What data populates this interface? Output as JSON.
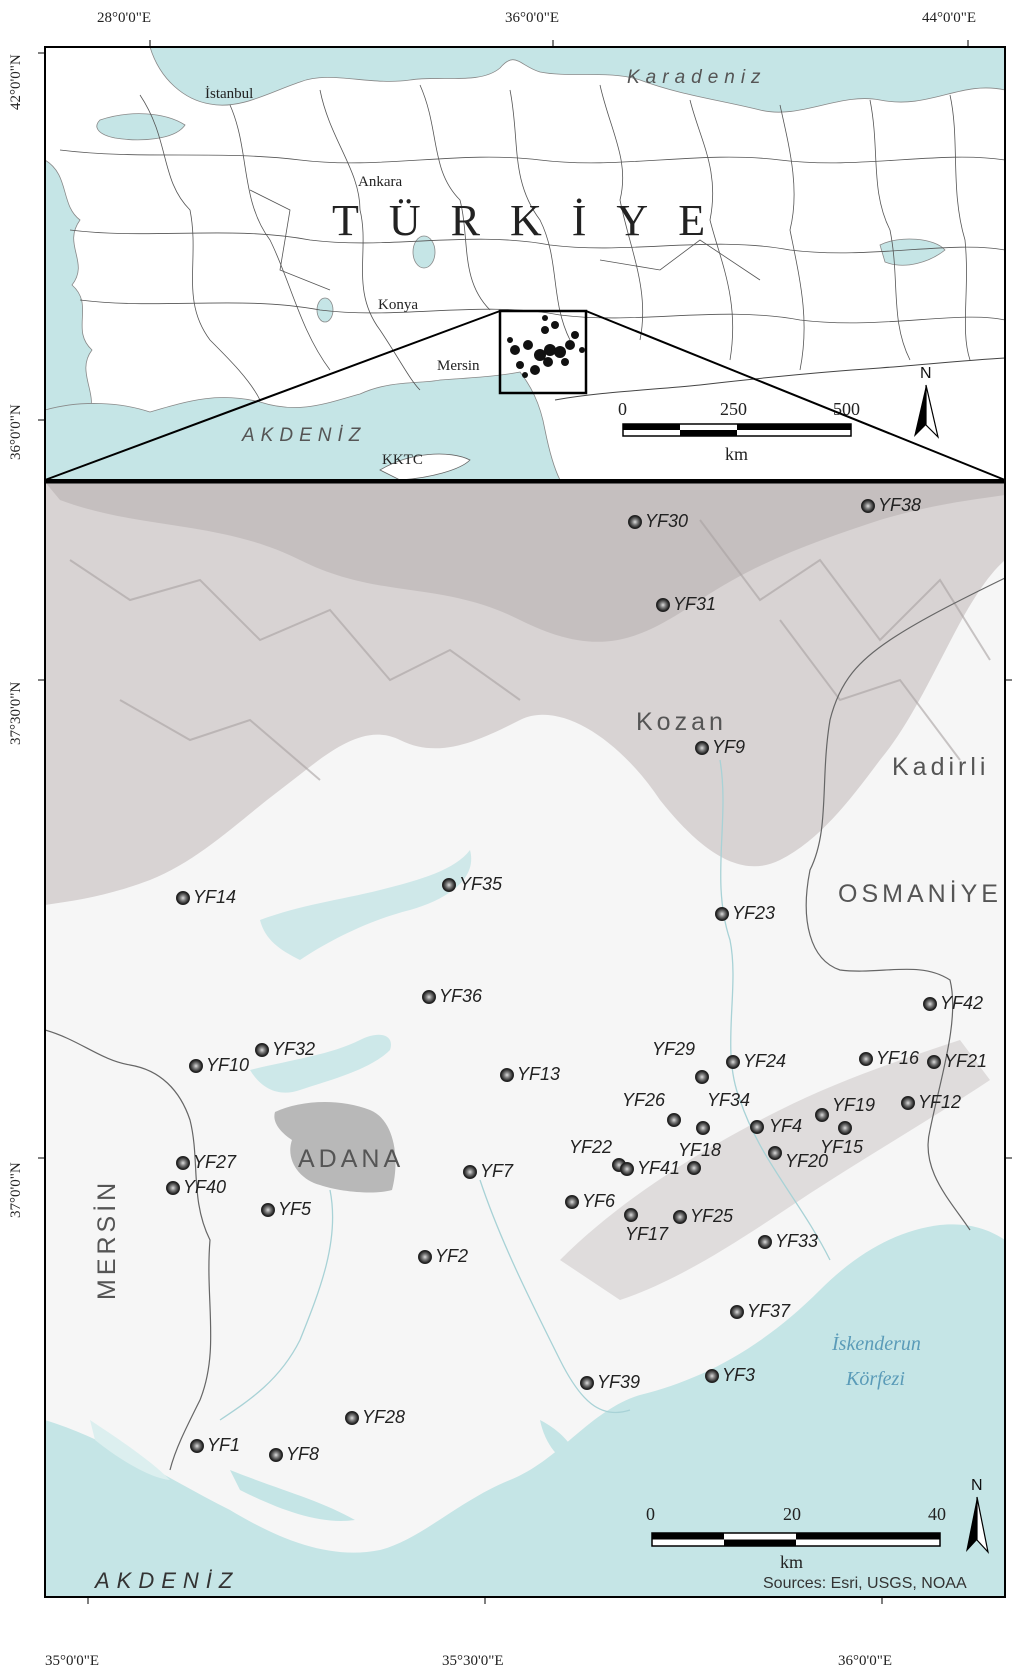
{
  "overview_map": {
    "coords_top": [
      "28°0'0\"E",
      "36°0'0\"E",
      "44°0'0\"E"
    ],
    "coords_left": [
      "42°0'0\"N",
      "36°0'0\"N"
    ],
    "country_label": "TÜRKİYE",
    "cities": [
      "İstanbul",
      "Ankara",
      "Konya",
      "Mersin"
    ],
    "sea_north": "Karadeniz",
    "sea_south": "AKDENİZ",
    "cyprus_label": "KKTC",
    "scale": {
      "ticks": [
        "0",
        "250",
        "500"
      ],
      "unit": "km"
    },
    "north_label": "N",
    "colors": {
      "water": "#c5e5e6",
      "land": "#ffffff",
      "border": "#555555"
    }
  },
  "detail_map": {
    "coords_left": [
      "37°30'0\"N",
      "37°0'0\"N"
    ],
    "coords_bottom": [
      "35°0'0\"E",
      "35°30'0\"E",
      "36°0'0\"E"
    ],
    "city_label": "ADANA",
    "regions": [
      "Kozan",
      "Kadirli",
      "OSMANİYE",
      "MERSİN"
    ],
    "gulf_line1": "İskenderun",
    "gulf_line2": "Körfezi",
    "sea_label": "AKDENİZ",
    "sites": [
      {
        "id": "YF1"
      },
      {
        "id": "YF2"
      },
      {
        "id": "YF3"
      },
      {
        "id": "YF4"
      },
      {
        "id": "YF5"
      },
      {
        "id": "YF6"
      },
      {
        "id": "YF7"
      },
      {
        "id": "YF8"
      },
      {
        "id": "YF9"
      },
      {
        "id": "YF10"
      },
      {
        "id": "YF12"
      },
      {
        "id": "YF13"
      },
      {
        "id": "YF14"
      },
      {
        "id": "YF15"
      },
      {
        "id": "YF16"
      },
      {
        "id": "YF17"
      },
      {
        "id": "YF18"
      },
      {
        "id": "YF19"
      },
      {
        "id": "YF20"
      },
      {
        "id": "YF21"
      },
      {
        "id": "YF22"
      },
      {
        "id": "YF23"
      },
      {
        "id": "YF24"
      },
      {
        "id": "YF25"
      },
      {
        "id": "YF26"
      },
      {
        "id": "YF27"
      },
      {
        "id": "YF28"
      },
      {
        "id": "YF29"
      },
      {
        "id": "YF30"
      },
      {
        "id": "YF31"
      },
      {
        "id": "YF32"
      },
      {
        "id": "YF33"
      },
      {
        "id": "YF34"
      },
      {
        "id": "YF35"
      },
      {
        "id": "YF36"
      },
      {
        "id": "YF37"
      },
      {
        "id": "YF38"
      },
      {
        "id": "YF39"
      },
      {
        "id": "YF40"
      },
      {
        "id": "YF41"
      },
      {
        "id": "YF42"
      }
    ],
    "scale": {
      "ticks": [
        "0",
        "20",
        "40"
      ],
      "unit": "km"
    },
    "north_label": "N",
    "sources": "Sources: Esri, USGS, NOAA",
    "colors": {
      "water": "#c5e5e6",
      "city": "#b5b5b5",
      "terrain": "#cfcaca"
    }
  }
}
